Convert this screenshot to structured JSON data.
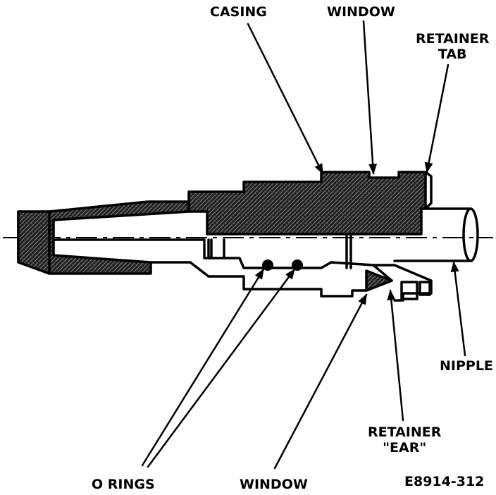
{
  "labels": {
    "casing": "CASING",
    "window_top": "WINDOW",
    "retainer_tab_line1": "RETAINER",
    "retainer_tab_line2": "TAB",
    "nipple": "NIPPLE",
    "retainer_ear_line1": "RETAINER",
    "retainer_ear_line2": "\"EAR\"",
    "o_rings": "O RINGS",
    "window_bottom": "WINDOW",
    "figure_id": "E8914-312"
  }
}
